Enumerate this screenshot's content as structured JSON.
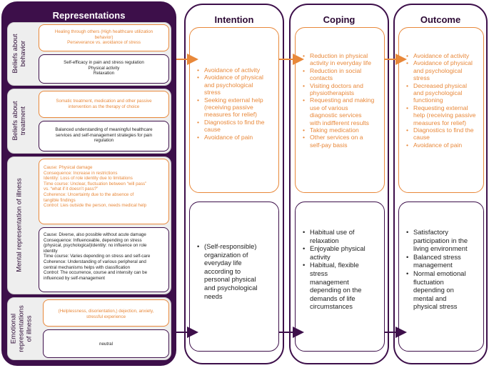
{
  "columns": {
    "representations": "Representations",
    "intention": "Intention",
    "coping": "Coping",
    "outcome": "Outcome"
  },
  "groups": {
    "behavior": {
      "label": [
        "Beliefs about",
        "behavior"
      ],
      "orange": [
        "Healing through others (High healthcare utilization",
        "behavior)",
        "Perseverance vs. avoidance of stress"
      ],
      "purple": [
        "Self-efficacy in pain and stress regulation",
        "Physical activity",
        "Relaxation"
      ]
    },
    "treatment": {
      "label": [
        "Beliefs about",
        "treatment"
      ],
      "orange": [
        "Somatic treatment, medication and other passive",
        "intervention as the therapy of choice"
      ],
      "purple": [
        "Balanced understanding of meaningful healthcare",
        "services and self-management strategies for pain",
        "regulation"
      ]
    },
    "mental": {
      "label": [
        "Mental representation of illness"
      ],
      "orange": [
        "Cause: Physical damage",
        "Consequence: Increase in restrictions",
        "Identity: Loss of role identity due to limitations",
        "Time course: Unclear, fluctuation between “will pass”",
        "vs. “what if it doesn’t pass?”",
        "Coherence: Uncertainty due to the absence of",
        "tangible findings",
        "Control: Lies outside the person, needs medical help"
      ],
      "purple": [
        "Cause: Diverse, also possible without acute damage",
        "Consequence: Influenceable, depending on stress",
        "(physical, psychological)Identity: no influence on role",
        "identity",
        "Time course: Varies depending on stress and self-care",
        "Coherence: Understanding of various peripheral and",
        "central mechanisms helps with classification",
        "Control: The occurrence, course and intensity can be",
        "influenced by self-management"
      ]
    },
    "emotional": {
      "label": [
        "Emotional",
        "representations",
        "of illness"
      ],
      "orange": [
        "(Helplessness, disorientation,) dejection, anxiety,",
        "stressful experience"
      ],
      "purple": [
        "neutral"
      ]
    }
  },
  "intention": {
    "orange": [
      [
        "Avoidance of activity"
      ],
      [
        "Avoidance of physical",
        "and psychological",
        "stress"
      ],
      [
        "Seeking external help",
        "(receiving passive",
        "measures for relief)"
      ],
      [
        "Diagnostics to find the",
        "cause"
      ],
      [
        "Avoidance of pain"
      ]
    ],
    "purple": [
      [
        "(Self-responsible)",
        "organization of",
        "everyday life",
        "according to",
        "personal physical",
        "and psychological",
        "needs"
      ]
    ]
  },
  "coping": {
    "orange": [
      [
        "Reduction in physical",
        "activity in everyday life"
      ],
      [
        "Reduction in social",
        "contacts"
      ],
      [
        "Visiting doctors and",
        "physiotherapists"
      ],
      [
        "Requesting and making",
        "use of various",
        "diagnostic services",
        "with indifferent results"
      ],
      [
        "Taking medication"
      ],
      [
        "Other services on a",
        "self-pay basis"
      ]
    ],
    "purple": [
      [
        "Habitual use of",
        "relaxation"
      ],
      [
        "Enjoyable physical",
        "activity"
      ],
      [
        "Habitual, flexible",
        "stress",
        "management",
        "depending on the",
        "demands of life",
        "circumstances"
      ]
    ]
  },
  "outcome": {
    "orange": [
      [
        "Avoidance of activity"
      ],
      [
        "Avoidance of physical",
        "and psychological",
        "stress"
      ],
      [
        "Decreased physical",
        "and psychological",
        "functioning"
      ],
      [
        "Requesting external",
        "help (receiving passive",
        "measures for relief)"
      ],
      [
        "Diagnostics to find the",
        "cause"
      ],
      [
        "Avoidance of pain"
      ]
    ],
    "purple": [
      [
        "Satisfactory",
        "participation in the",
        "living environment"
      ],
      [
        "Balanced stress",
        "management"
      ],
      [
        "Normal emotional",
        "fluctuation",
        "depending on",
        "mental and",
        "physical stress"
      ]
    ]
  },
  "colors": {
    "dark_purple": "#3d0f4a",
    "orange": "#e8883a",
    "group_gray": "#eeeeee"
  }
}
